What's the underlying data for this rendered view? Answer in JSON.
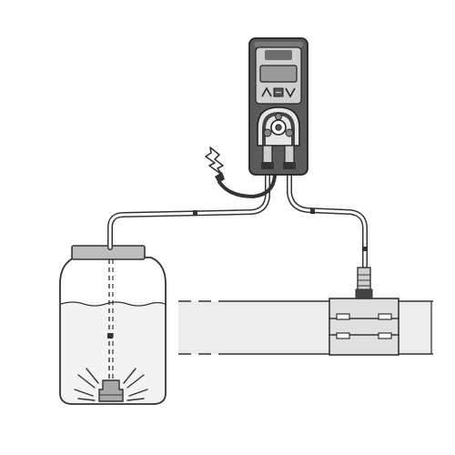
{
  "title": "",
  "pump": {
    "brand_text": "",
    "keys": [
      "up-arrow",
      "menu-square",
      "down-arrow"
    ],
    "display_blank": true
  },
  "symbols": {
    "power": "lightning-bolt-icon",
    "agitation": "motion-lines"
  },
  "colors": {
    "outline": "#333333",
    "pump_body": "#5a5a5a",
    "pump_panel": "#cfcfcf",
    "display": "#9a9a9a",
    "tube": "#ffffff",
    "pipe_fill": "#ececec",
    "tank_cap": "#bdbdbd",
    "liquid": "#f3f3f3"
  }
}
